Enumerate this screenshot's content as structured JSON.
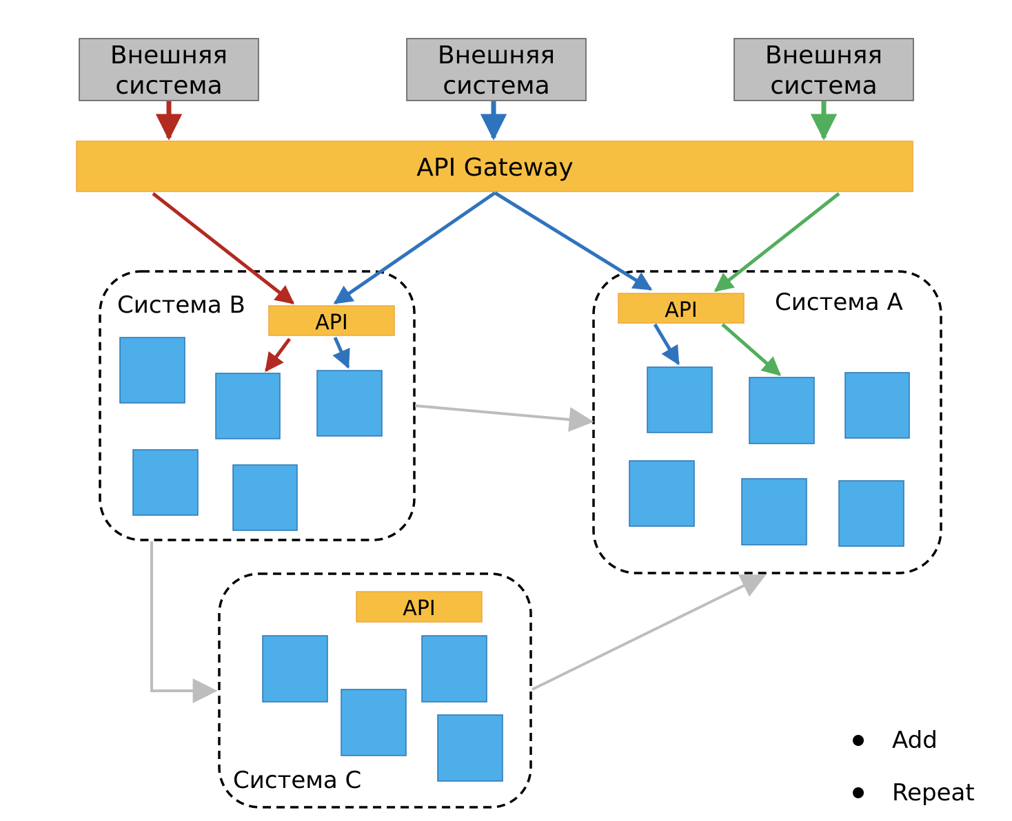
{
  "external": [
    {
      "line1": "Внешняя",
      "line2": "система"
    },
    {
      "line1": "Внешняя",
      "line2": "система"
    },
    {
      "line1": "Внешняя",
      "line2": "система"
    }
  ],
  "gateway": {
    "label": "API Gateway"
  },
  "systems": {
    "b": {
      "label": "Система B",
      "api_label": "API"
    },
    "a": {
      "label": "Система A",
      "api_label": "API"
    },
    "c": {
      "label": "Система C",
      "api_label": "API"
    }
  },
  "legend": {
    "items": [
      "Add",
      "Repeat"
    ]
  },
  "colors": {
    "external_fill": "#bfbfbf",
    "gateway_fill": "#f6bf42",
    "gateway_stroke": "#f1a63a",
    "service_fill": "#4daee9",
    "service_stroke": "#2c76b4",
    "flow_red": "#b32a20",
    "flow_blue": "#2f73bd",
    "flow_green": "#52ae5c",
    "flow_gray": "#bdbdbd"
  }
}
